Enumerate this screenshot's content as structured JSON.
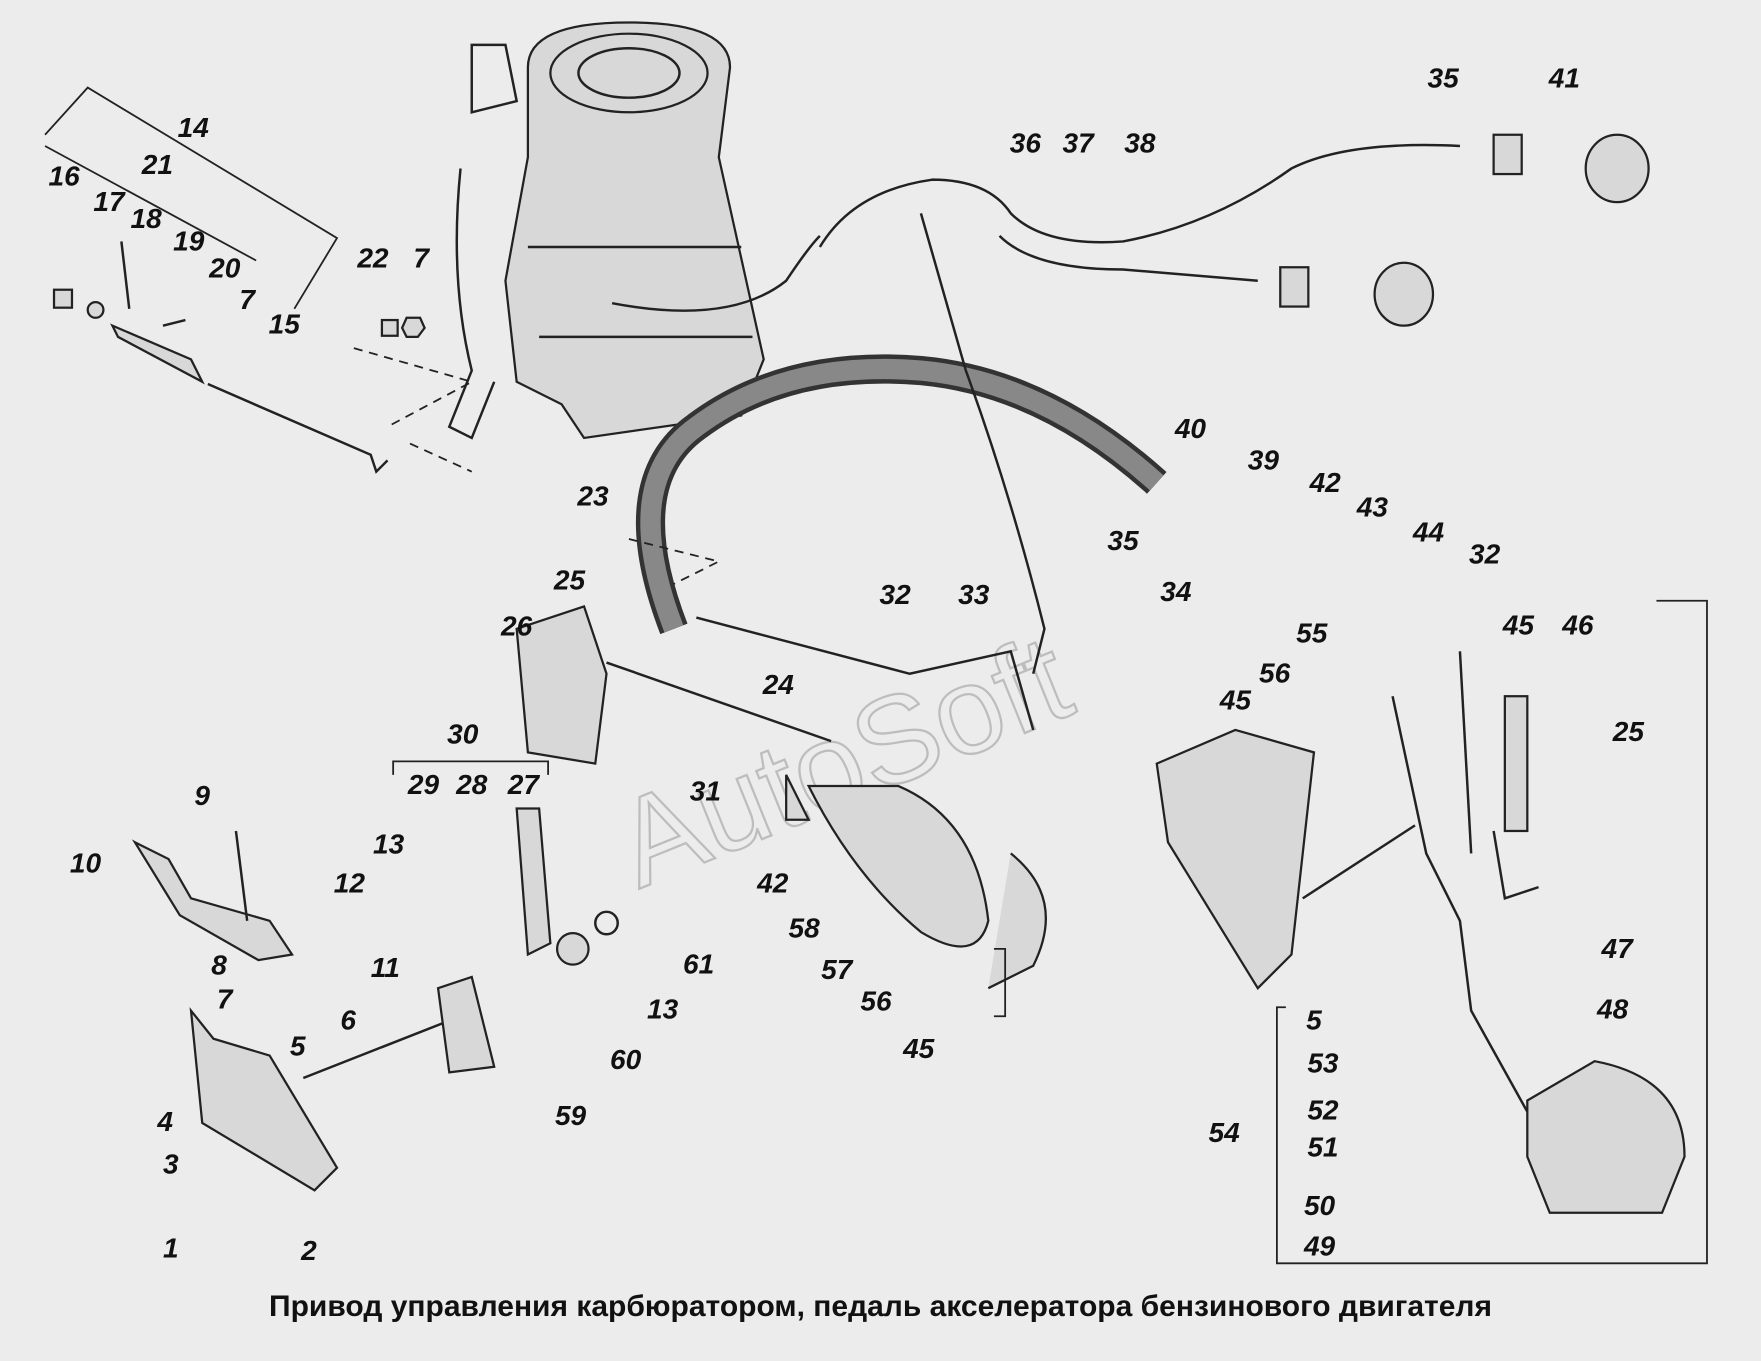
{
  "title": "Привод управления карбюратором, педаль акселератора бензинового двигателя",
  "watermark": "AutoSoft",
  "labels": [
    "35",
    "41",
    "36",
    "37",
    "38",
    "14",
    "21",
    "16",
    "17",
    "18",
    "19",
    "20",
    "22",
    "7",
    "7",
    "15",
    "40",
    "39",
    "42",
    "43",
    "44",
    "32",
    "35",
    "34",
    "23",
    "25",
    "26",
    "24",
    "32",
    "33",
    "55",
    "45",
    "46",
    "25",
    "56",
    "45",
    "30",
    "29",
    "28",
    "27",
    "31",
    "42",
    "58",
    "9",
    "10",
    "13",
    "12",
    "11",
    "8",
    "7",
    "6",
    "5",
    "4",
    "3",
    "1",
    "2",
    "59",
    "60",
    "13",
    "61",
    "57",
    "56",
    "45",
    "5",
    "53",
    "52",
    "51",
    "54",
    "50",
    "49",
    "48",
    "47"
  ]
}
